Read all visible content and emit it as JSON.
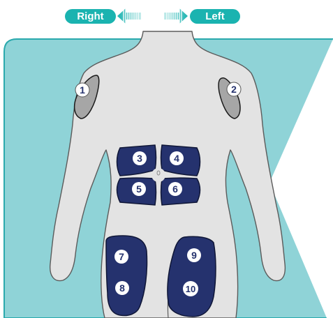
{
  "header": {
    "right_label": "Right",
    "left_label": "Left"
  },
  "colors": {
    "teal": "#1ab3b0",
    "panel": "#8fd3d7",
    "panel_border": "#2aa9ad",
    "body_fill": "#e3e3e3",
    "body_stroke": "#5b5b5b",
    "arm_zone": "#a6a6a6",
    "zone_fill": "#25326e",
    "number_bg": "#ffffff",
    "number_text": "#25326e"
  },
  "icons": {
    "arrow_right_to_left": "arrow-left-icon",
    "arrow_left_to_right": "arrow-right-icon"
  },
  "sites": {
    "s1": "1",
    "s2": "2",
    "s3": "3",
    "s4": "4",
    "s5": "5",
    "s6": "6",
    "s7": "7",
    "s8": "8",
    "s9": "9",
    "s10": "10"
  }
}
